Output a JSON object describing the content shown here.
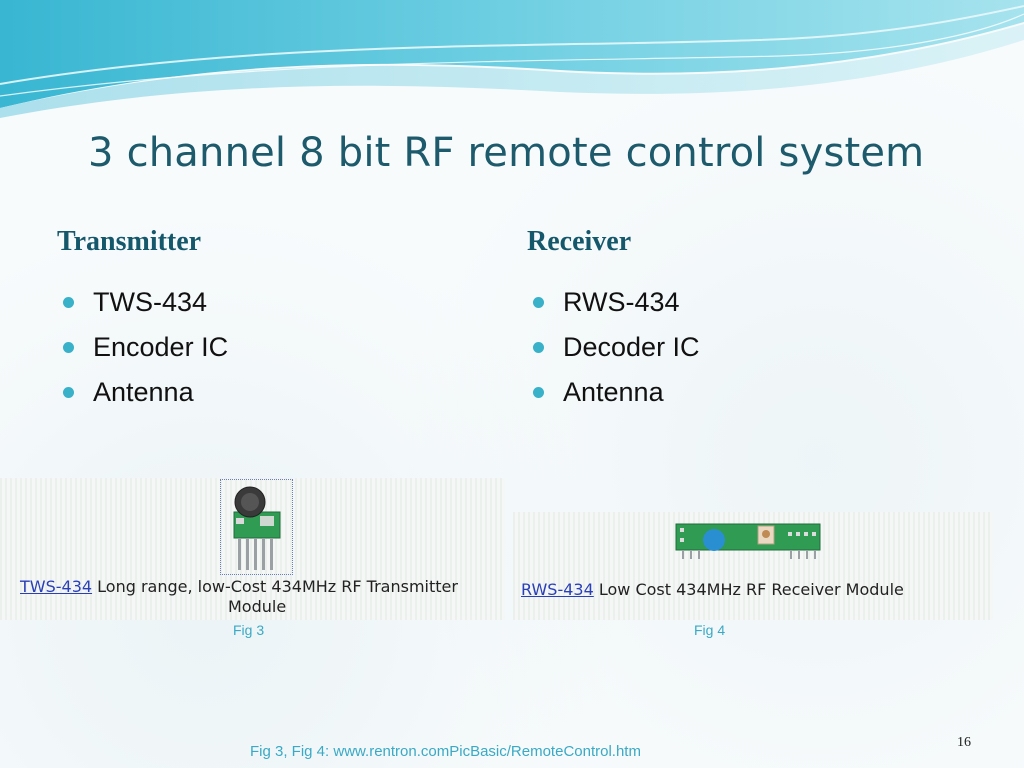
{
  "slide": {
    "title": "3 channel 8 bit RF remote control system",
    "number": "16",
    "source_note": "Fig 3, Fig 4: www.rentron.comPicBasic/RemoteControl.htm"
  },
  "transmitter": {
    "heading": "Transmitter",
    "items": [
      "TWS-434",
      "Encoder IC",
      "Antenna"
    ],
    "caption_link": "TWS-434",
    "caption_text": " Long range, low-Cost 434MHz RF Transmitter",
    "caption_line2": "Module",
    "fig_label": "Fig 3"
  },
  "receiver": {
    "heading": "Receiver",
    "items": [
      "RWS-434",
      "Decoder IC",
      "Antenna"
    ],
    "caption_link": "RWS-434",
    "caption_text": " Low Cost 434MHz RF Receiver Module",
    "fig_label": "Fig 4"
  },
  "colors": {
    "title": "#1d5a6c",
    "heading": "#15586b",
    "bullet": "#38b1c9",
    "fig_label": "#3aa9c5",
    "link": "#2a3fb8",
    "pcb_green": "#2f9b53"
  }
}
